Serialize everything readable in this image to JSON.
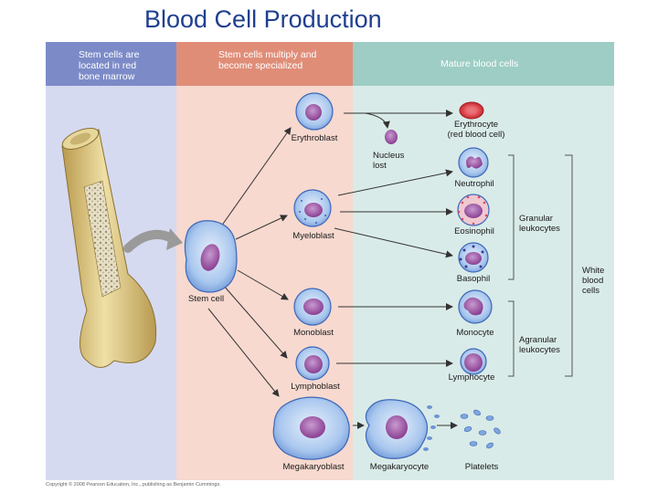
{
  "title": "Blood Cell Production",
  "headers": {
    "col1": [
      "Stem cells are",
      "located in red",
      "bone marrow"
    ],
    "col2": [
      "Stem cells multiply and",
      "become specialized"
    ],
    "col3": [
      "Mature blood cells"
    ]
  },
  "cells": {
    "stem": "Stem cell",
    "erythroblast": "Erythroblast",
    "myeloblast": "Myeloblast",
    "monoblast": "Monoblast",
    "lymphoblast": "Lymphoblast",
    "megakaryoblast": "Megakaryoblast",
    "megakaryocyte": "Megakaryocyte",
    "platelets": "Platelets",
    "erythrocyte": [
      "Erythrocyte",
      "(red blood cell)"
    ],
    "nucleus_lost": [
      "Nucleus",
      "lost"
    ],
    "neutrophil": "Neutrophil",
    "eosinophil": "Eosinophil",
    "basophil": "Basophil",
    "monocyte": "Monocyte",
    "lymphocyte": "Lymphocyte"
  },
  "groups": {
    "granular": [
      "Granular",
      "leukocytes"
    ],
    "agranular": [
      "Agranular",
      "leukocytes"
    ],
    "white": [
      "White",
      "blood",
      "cells"
    ]
  },
  "copyright": "Copyright © 2008 Pearson Education, Inc., publishing as Benjamin Cummings.",
  "colors": {
    "title": "#1f3f8f",
    "col1_header": "#7c8bc8",
    "col2_header": "#e08d78",
    "col3_header": "#9dcdc4",
    "cell_blue": "#8fb6e6",
    "nucleus_purple": "#9b4f9e",
    "rbc_red": "#d9363e",
    "bone": "#d9c27a"
  }
}
